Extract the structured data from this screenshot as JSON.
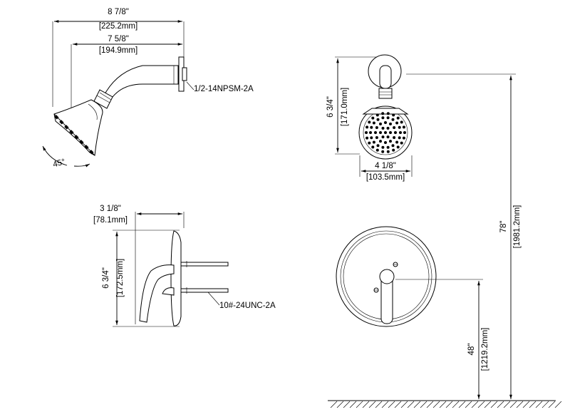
{
  "head_side": {
    "overall_width": "8 7/8\"",
    "overall_width_mm": "[225.2mm]",
    "arm_reach": "7 5/8\"",
    "arm_reach_mm": "[194.9mm]",
    "thread": "1/2-14NPSM-2A",
    "angle": "45°"
  },
  "head_front": {
    "height": "6 3/4\"",
    "height_mm": "[171.0mm]",
    "diameter": "4 1/8\"",
    "diameter_mm": "[103.5mm]"
  },
  "valve_side": {
    "depth": "3 1/8\"",
    "depth_mm": "[78.1mm]",
    "height": "6 3/4\"",
    "height_mm": "[172.5mm]",
    "screw": "10#-24UNC-2A"
  },
  "install": {
    "head_height": "78\"",
    "head_height_mm": "[1981.2mm]",
    "valve_height": "48\"",
    "valve_height_mm": "[1219.2mm]"
  }
}
